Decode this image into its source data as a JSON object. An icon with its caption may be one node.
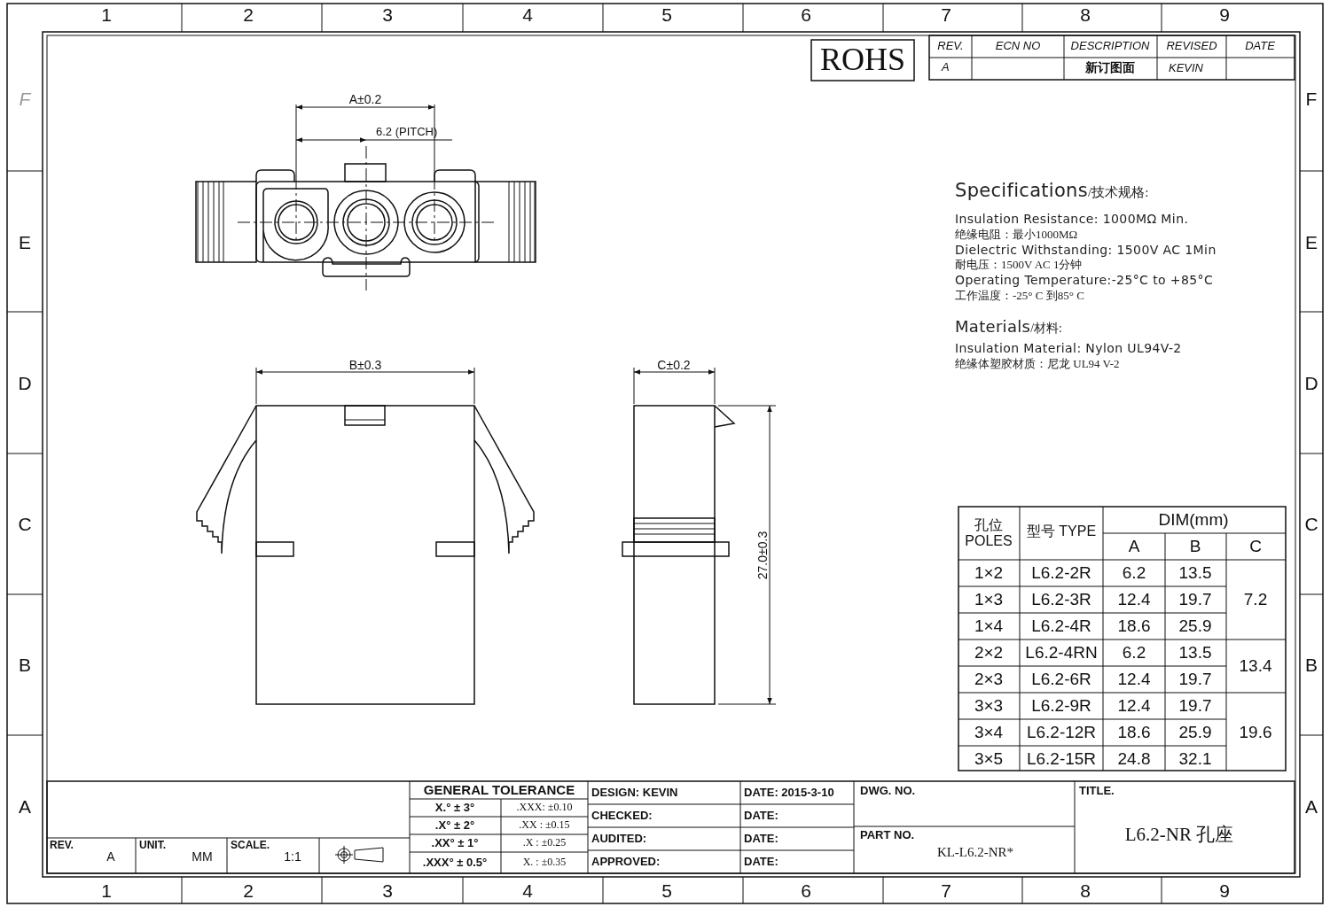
{
  "diagram": {
    "labels": [
      "1",
      "2",
      "3",
      "4",
      "5",
      "6",
      "7",
      "8",
      "9",
      "F",
      "E",
      "D",
      "C",
      "B",
      "A",
      "F",
      "E",
      "D",
      "C",
      "B",
      "A",
      "1",
      "2",
      "3",
      "4",
      "5",
      "6",
      "7",
      "8",
      "9",
      "ROHS",
      "REV.",
      "ECN NO",
      "DESCRIPTION",
      "REVISED",
      "DATE",
      "A",
      "新订图面",
      "KEVIN",
      "A±0.2",
      "6.2 (PITCH)",
      "Specifications",
      "/技术规格:",
      "Insulation Resistance: 1000MΩ Min.",
      "绝缘电阻：最小1000MΩ",
      "Dielectric Withstanding: 1500V AC 1Min",
      "耐电压：1500V AC 1分钟",
      "Operating Temperature:-25°C to +85°C",
      "工作温度：-25° C 到85° C",
      "Materials",
      "/材料:",
      "B±0.3",
      "C±0.2",
      "Insulation Material: Nylon UL94V-2",
      "绝缘体塑胶材质：尼龙 UL94 V-2",
      "27.0±0.3",
      "孔位 POLES",
      "型号 TYPE",
      "DIM(mm)",
      "A",
      "B",
      "C",
      "1×2",
      "L6.2-2R",
      "6.2",
      "13.5",
      "1×3",
      "L6.2-3R",
      "12.4",
      "19.7",
      "7.2",
      "1×4",
      "L6.2-4R",
      "18.6",
      "25.9",
      "2×2",
      "L6.2-4RN",
      "6.2",
      "13.5",
      "13.4",
      "2×3",
      "L6.2-6R",
      "12.4",
      "19.7",
      "3×3",
      "L6.2-9R",
      "12.4",
      "19.7",
      "3×4",
      "L6.2-12R",
      "18.6",
      "25.9",
      "19.6",
      "3×5",
      "L6.2-15R",
      "24.8",
      "32.1",
      "GENERAL TOLERANCE",
      "DESIGN:  KEVIN",
      "DATE: 2015-3-10",
      "DWG. NO.",
      "TITLE.",
      "X.° ± 3°",
      ".XXX: ±0.10",
      "CHECKED:",
      "DATE:",
      ".X° ± 2°",
      ".XX : ±0.15",
      "AUDITED:",
      "DATE:",
      "PART NO.",
      "KL-L6.2-NR*",
      "L6.2-NR 孔座",
      "REV.",
      "A",
      "UNIT.",
      "MM",
      "SCALE.",
      "1:1",
      ".XX° ± 1°",
      ".X : ±0.25",
      ".XXX° ± 0.5°",
      "X. : ±0.35",
      "APPROVED:",
      "DATE:"
    ]
  }
}
